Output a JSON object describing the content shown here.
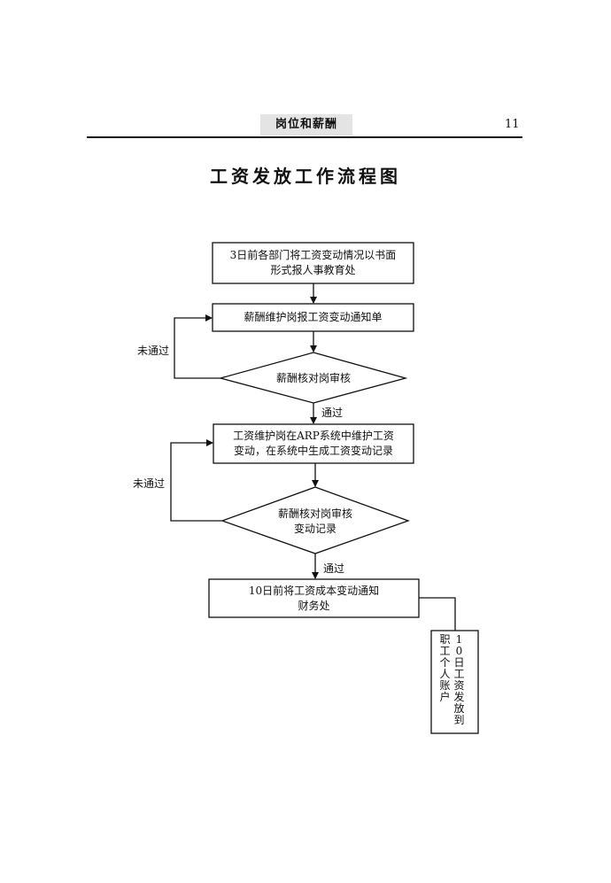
{
  "header": {
    "section_tag": "岗位和薪酬",
    "page_number": "11"
  },
  "title": "工资发放工作流程图",
  "flowchart": {
    "nodes": [
      {
        "id": "step1",
        "shape": "rect",
        "lines": [
          "3日前各部门将工资变动情况以书面",
          "形式报人事教育处"
        ]
      },
      {
        "id": "step2",
        "shape": "rect",
        "lines": [
          "薪酬维护岗报工资变动通知单"
        ]
      },
      {
        "id": "review1",
        "shape": "diamond",
        "lines": [
          "薪酬核对岗审核"
        ]
      },
      {
        "id": "step3",
        "shape": "rect",
        "lines": [
          "工资维护岗在ARP系统中维护工资",
          "变动，在系统中生成工资变动记录"
        ]
      },
      {
        "id": "review2",
        "shape": "diamond",
        "lines": [
          "薪酬核对岗审核",
          "变动记录"
        ]
      },
      {
        "id": "step4",
        "shape": "rect",
        "lines": [
          "10日前将工资成本变动通知",
          "财务处"
        ]
      },
      {
        "id": "step5",
        "shape": "rect-vertical",
        "columns": [
          "10日工资发放到",
          "职工个人账户"
        ]
      }
    ],
    "edge_labels": {
      "pass": "通过",
      "fail": "未通过"
    }
  }
}
